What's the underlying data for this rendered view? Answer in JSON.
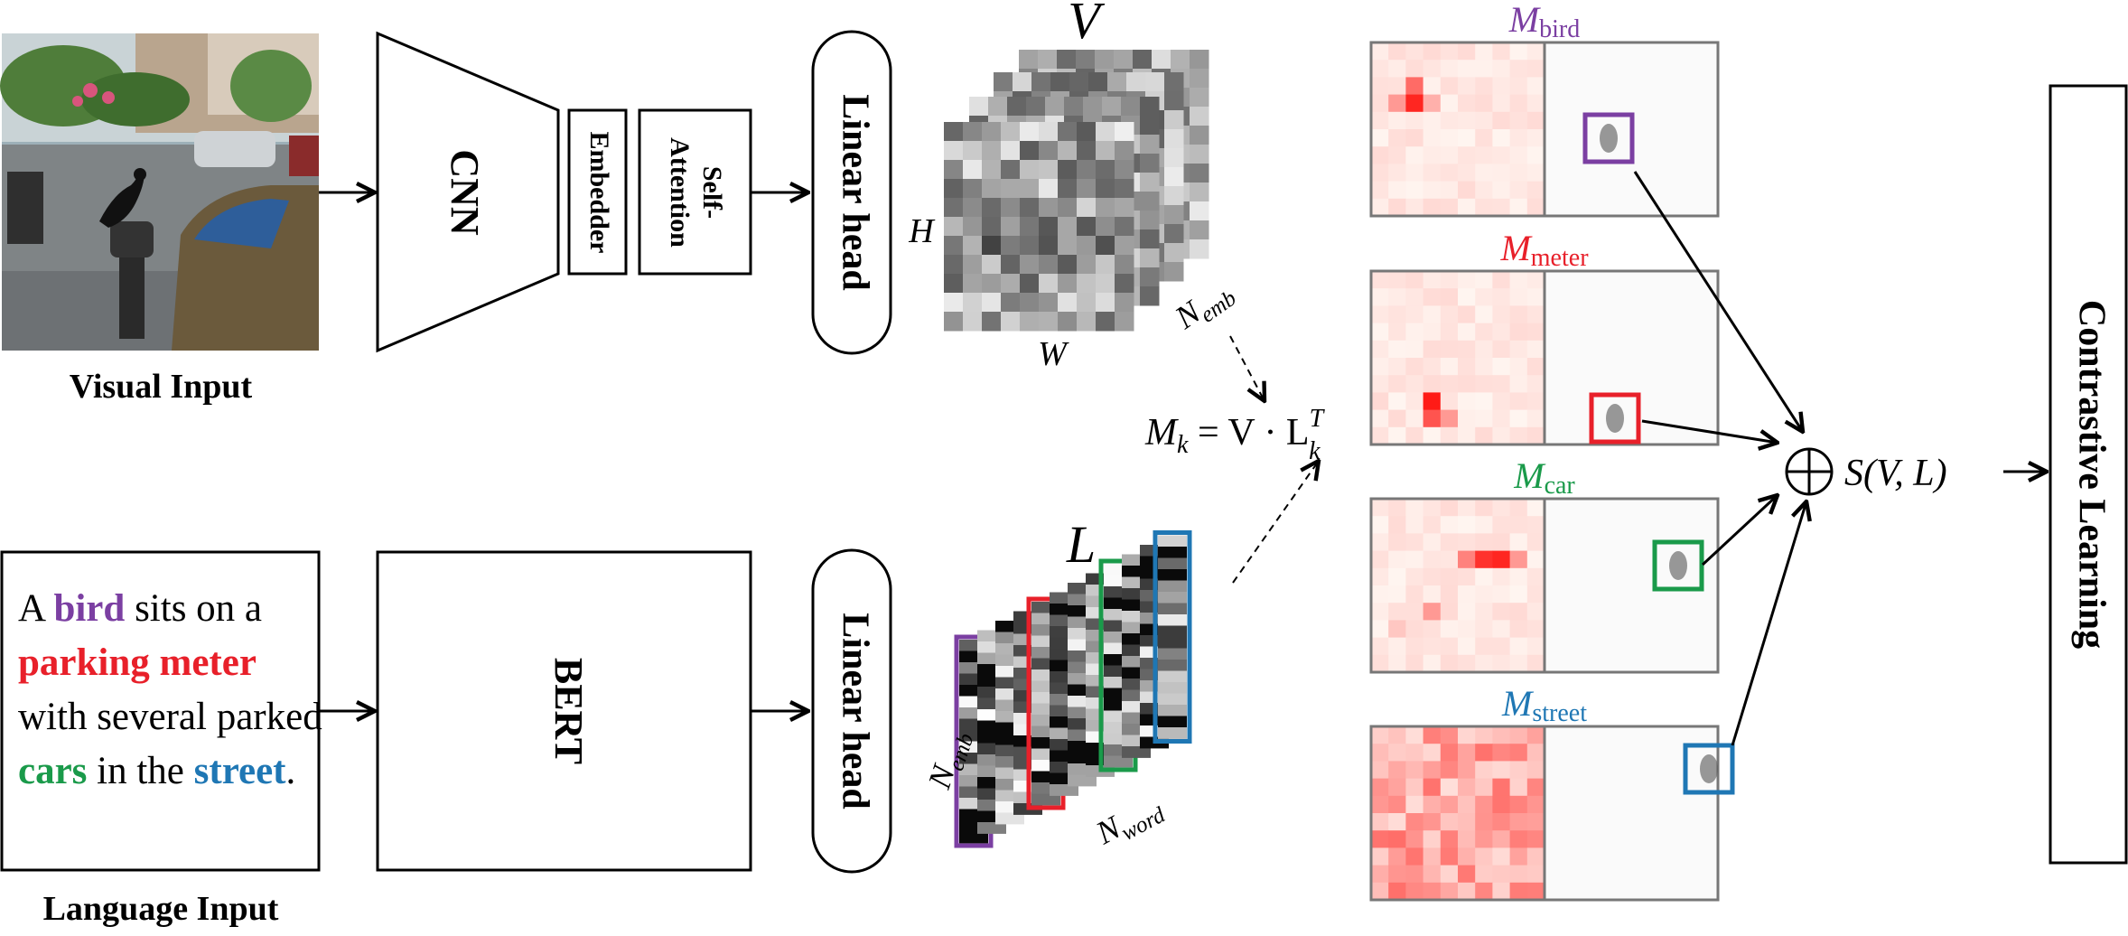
{
  "labels": {
    "visual_input": "Visual Input",
    "language_input": "Language Input",
    "cnn": "CNN",
    "embedder": "Embedder",
    "self_attention_1": "Self-",
    "self_attention_2": "Attention",
    "linear_head_top": "Linear head",
    "linear_head_bottom": "Linear head",
    "bert": "BERT",
    "contrastive": "Contrastive Learning",
    "v_symbol": "V",
    "l_symbol": "L",
    "h_symbol": "H",
    "w_symbol": "W",
    "n_emb_top": "N",
    "n_emb_top_sub": "emb",
    "n_emb_left": "N",
    "n_emb_left_sub": "emb",
    "n_word": "N",
    "n_word_sub": "word",
    "equation_lhs": "M",
    "equation_lhs_sub": "k",
    "equation_mid": " = V · L",
    "equation_sup": "T",
    "equation_sub": "k",
    "score_label": "S(V, L)",
    "oplus": "⊕"
  },
  "language_sentence": [
    {
      "text": "A ",
      "style": "plain"
    },
    {
      "text": "bird",
      "style": "bird"
    },
    {
      "text": " sits on a ",
      "style": "plain"
    },
    {
      "text": "parking meter",
      "style": "meter"
    },
    {
      "text": " with several parked ",
      "style": "plain"
    },
    {
      "text": "cars",
      "style": "cars"
    },
    {
      "text": " in the ",
      "style": "plain"
    },
    {
      "text": "street",
      "style": "street"
    },
    {
      "text": ".",
      "style": "plain"
    }
  ],
  "maps": [
    {
      "symbol": "M",
      "sub": "bird",
      "color": "#7b3fa2"
    },
    {
      "symbol": "M",
      "sub": "meter",
      "color": "#e8202a"
    },
    {
      "symbol": "M",
      "sub": "car",
      "color": "#1a9a4a"
    },
    {
      "symbol": "M",
      "sub": "street",
      "color": "#1f77b4"
    }
  ],
  "colors": {
    "bird": "#7b3fa2",
    "meter": "#e8202a",
    "car": "#1a9a4a",
    "street": "#1f77b4",
    "panel_border": "#777777"
  }
}
